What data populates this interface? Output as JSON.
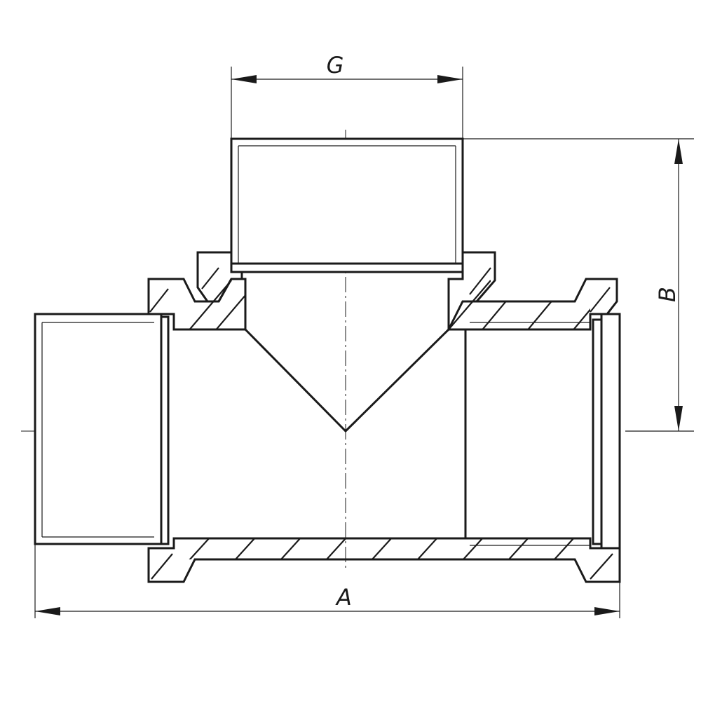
{
  "figure": {
    "type": "technical-drawing",
    "subject": "tee-fitting-cross-section"
  },
  "dimensions": {
    "a_label": "A",
    "b_label": "B",
    "g_label": "G"
  }
}
